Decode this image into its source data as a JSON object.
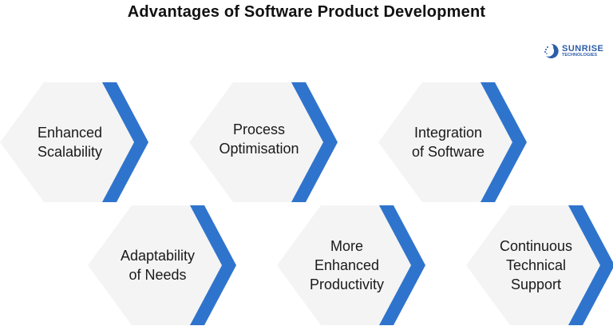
{
  "title": "Advantages of Software Product Development",
  "logo": {
    "name": "SUNRISE",
    "sub": "TECHNOLOGIES"
  },
  "colors": {
    "accent": "#2f74cc",
    "card": "#f4f4f4",
    "logo": "#2d5ea8"
  },
  "cards": [
    {
      "lines": [
        "Enhanced",
        "Scalability"
      ]
    },
    {
      "lines": [
        "Process",
        "Optimisation"
      ]
    },
    {
      "lines": [
        "Integration",
        "of Software"
      ]
    },
    {
      "lines": [
        "Adaptability",
        "of Needs"
      ]
    },
    {
      "lines": [
        "More",
        "Enhanced",
        "Productivity"
      ]
    },
    {
      "lines": [
        "Continuous",
        "Technical",
        "Support"
      ]
    }
  ]
}
